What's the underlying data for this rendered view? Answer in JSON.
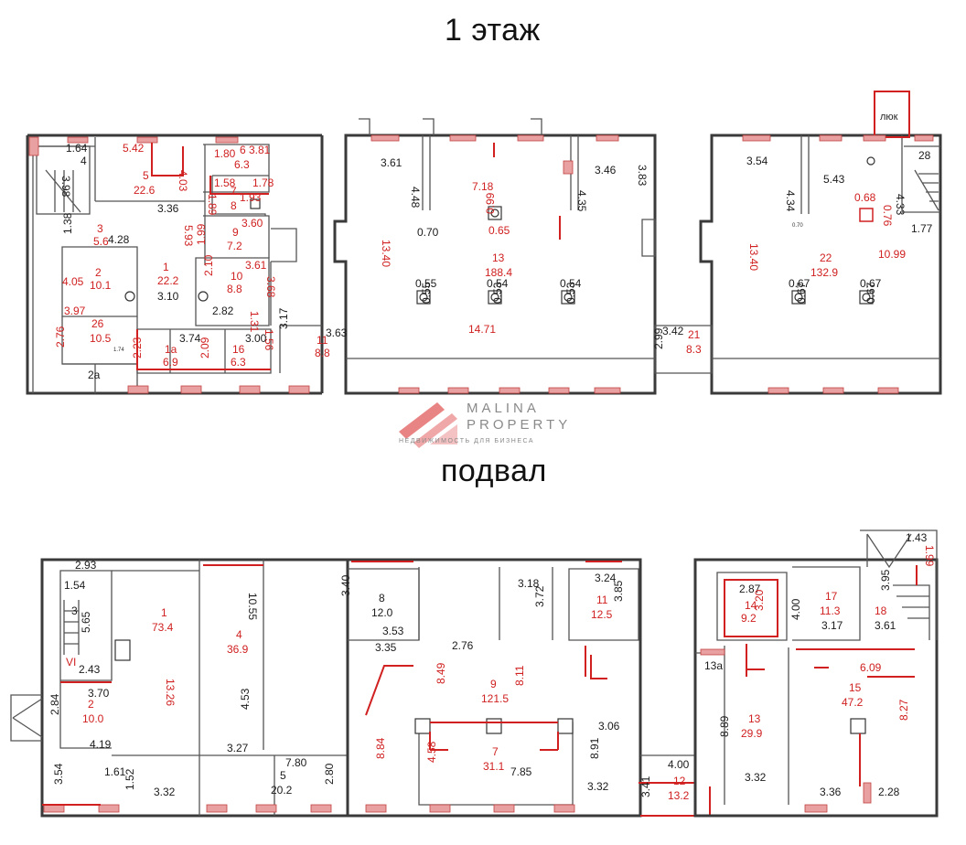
{
  "titles": {
    "floor1": "1 этаж",
    "basement": "подвал"
  },
  "logo": {
    "line1": "MALINA",
    "line2": "PROPERTY",
    "tagline": "НЕДВИЖИМОСТЬ ДЛЯ БИЗНЕСА"
  },
  "labels": {
    "hatch_label": "люк"
  },
  "colors": {
    "wall": "#3a3a3a",
    "accent_red": "#d02020",
    "hatch": "#e8a0a0",
    "logo_red": "#e05050"
  },
  "floor1_rooms": [
    {
      "num": "5",
      "area": "22.6"
    },
    {
      "num": "6",
      "area": "6.3"
    },
    {
      "num": "7",
      "area": "8"
    },
    {
      "num": "3",
      "area": "5.6"
    },
    {
      "num": "9",
      "area": "7.2"
    },
    {
      "num": "2",
      "area": "10.1"
    },
    {
      "num": "1",
      "area": "22.2"
    },
    {
      "num": "10",
      "area": "8.8"
    },
    {
      "num": "26",
      "area": "10.5"
    },
    {
      "num": "1а",
      "area": "6.9"
    },
    {
      "num": "16",
      "area": "6.3"
    },
    {
      "num": "11",
      "area": "8.8"
    },
    {
      "num": "13",
      "area": "188.4"
    },
    {
      "num": "21",
      "area": "8.3"
    },
    {
      "num": "22",
      "area": "132.9"
    },
    {
      "num": "28",
      "area": ""
    },
    {
      "num": "2а",
      "area": ""
    }
  ],
  "floor1_dims": [
    "1.64",
    "4",
    "3.98",
    "5.42",
    "4.03",
    "3.81",
    "1.80",
    "1.58",
    "1.78",
    "1.89",
    "1.93",
    "3.36",
    "3.60",
    "1.38",
    "4.28",
    "5.93",
    "1.99",
    "4.05",
    "3.61",
    "2.10",
    "3.68",
    "3.10",
    "3.97",
    "2.82",
    "1.31",
    "1.56",
    "2.76",
    "3.74",
    "3.00",
    "2.23",
    "2.09",
    "1.74",
    "3.17",
    "3.63",
    "3.61",
    "4.48",
    "13.40",
    "0.70",
    "7.18",
    "0.99",
    "0.65",
    "4.35",
    "3.46",
    "3.83",
    "0.55",
    "0.55",
    "0.54",
    "0.53",
    "0.54",
    "0.53",
    "14.71",
    "3.42",
    "2.99",
    "3.54",
    "4.34",
    "5.43",
    "0.68",
    "0.76",
    "4.33",
    "1.77",
    "10.99",
    "13.40",
    "0.70",
    "0.67",
    "0.67",
    "0.67",
    "0.67"
  ],
  "basement_rooms": [
    {
      "num": "1",
      "area": "73.4"
    },
    {
      "num": "4",
      "area": "36.9"
    },
    {
      "num": "3",
      "area": ""
    },
    {
      "num": "VI",
      "area": ""
    },
    {
      "num": "2",
      "area": "10.0"
    },
    {
      "num": "5",
      "area": "20.2"
    },
    {
      "num": "8",
      "area": "12.0"
    },
    {
      "num": "9",
      "area": "121.5"
    },
    {
      "num": "11",
      "area": "12.5"
    },
    {
      "num": "7",
      "area": "31.1"
    },
    {
      "num": "12",
      "area": "13.2"
    },
    {
      "num": "13а",
      "area": ""
    },
    {
      "num": "14",
      "area": "9.2"
    },
    {
      "num": "13",
      "area": "29.9"
    },
    {
      "num": "17",
      "area": "11.3"
    },
    {
      "num": "18",
      "area": ""
    },
    {
      "num": "15",
      "area": "47.2"
    }
  ],
  "basement_dims": [
    "2.93",
    "1.54",
    "5.65",
    "2.43",
    "3.70",
    "2.84",
    "13.26",
    "4.19",
    "3.54",
    "1.61",
    "1.52",
    "3.32",
    "10.55",
    "4.53",
    "3.27",
    "7.80",
    "2.80",
    "3.40",
    "3.53",
    "3.35",
    "2.76",
    "3.18",
    "3.72",
    "3.24",
    "3.85",
    "8.49",
    "8.11",
    "8.84",
    "4.58",
    "7.85",
    "3.06",
    "8.91",
    "3.32",
    "4.00",
    "3.41",
    "2.87",
    "3.20",
    "8.89",
    "3.32",
    "4.00",
    "3.17",
    "3.61",
    "1.43",
    "1.99",
    "3.95",
    "6.09",
    "8.27",
    "3.36",
    "2.28"
  ]
}
